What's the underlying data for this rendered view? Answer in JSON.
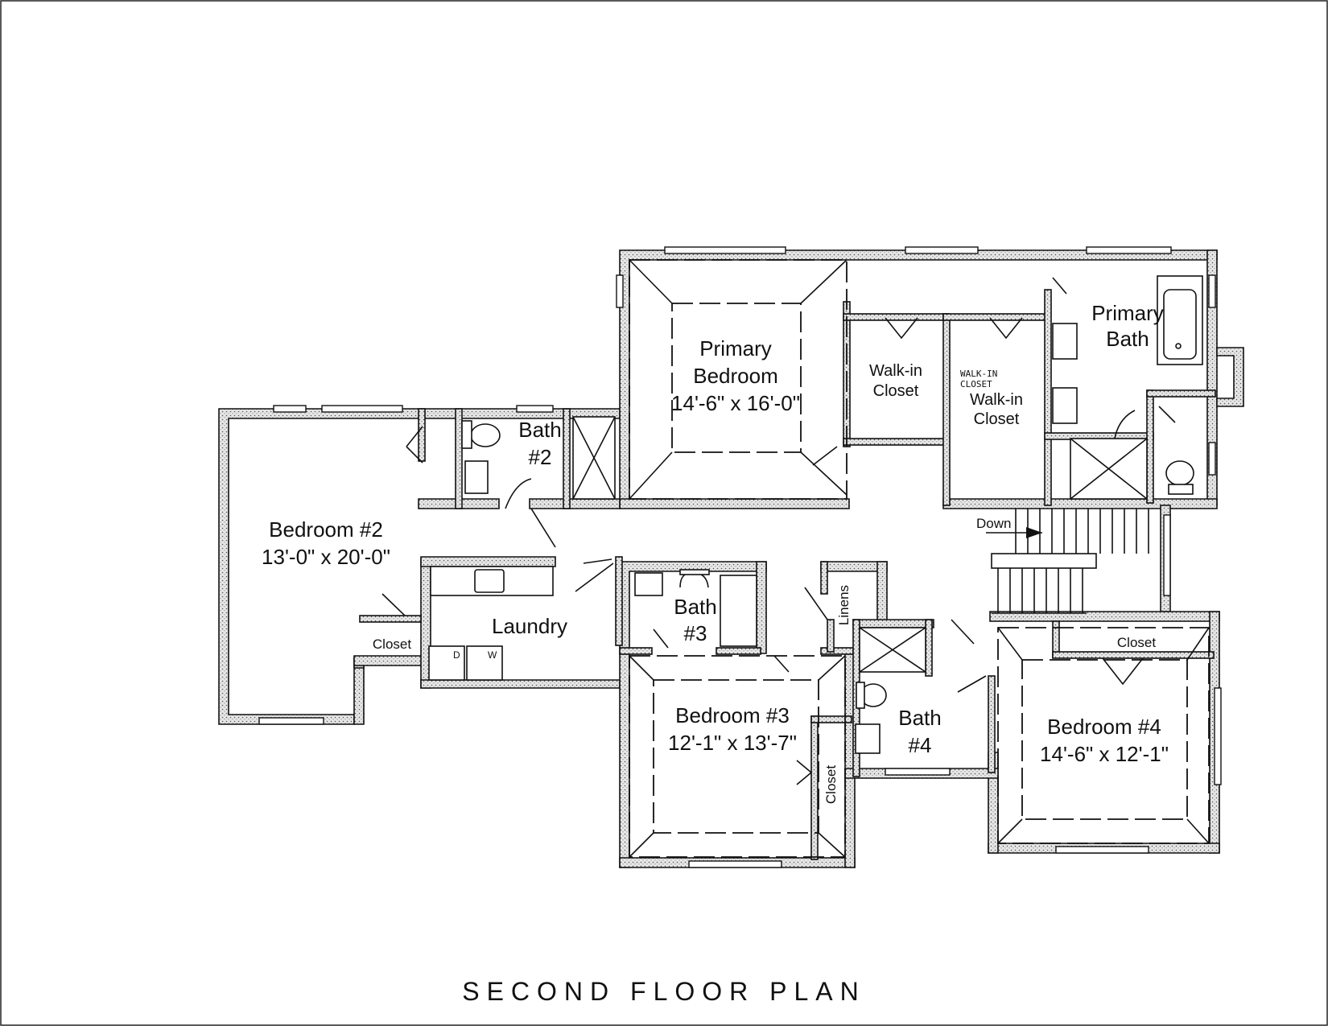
{
  "plan": {
    "title": "SECOND FLOOR PLAN",
    "rooms": {
      "primary_bedroom": {
        "name_line1": "Primary",
        "name_line2": "Bedroom",
        "size": "14'-6\" x 16'-0\""
      },
      "primary_bath": {
        "name_line1": "Primary",
        "name_line2": "Bath"
      },
      "walk_in_closet_1": {
        "name_line1": "Walk-in",
        "name_line2": "Closet"
      },
      "walk_in_closet_2": {
        "name_line1": "Walk-in",
        "name_line2": "Closet",
        "tag_line1": "WALK-IN",
        "tag_line2": "CLOSET"
      },
      "bath_2": {
        "name_line1": "Bath",
        "name_line2": "#2"
      },
      "bedroom_2": {
        "name": "Bedroom #2",
        "size": "13'-0\" x 20'-0\""
      },
      "closet_b2": {
        "name": "Closet"
      },
      "laundry": {
        "name": "Laundry",
        "dryer": "D",
        "washer": "W"
      },
      "bath_3": {
        "name_line1": "Bath",
        "name_line2": "#3"
      },
      "linens": {
        "name": "Linens"
      },
      "bedroom_3": {
        "name": "Bedroom #3",
        "size": "12'-1\" x 13'-7\""
      },
      "closet_b3": {
        "name": "Closet"
      },
      "bath_4": {
        "name_line1": "Bath",
        "name_line2": "#4"
      },
      "bedroom_4": {
        "name": "Bedroom #4",
        "size": "14'-6\" x 12'-1\""
      },
      "closet_b4": {
        "name": "Closet"
      }
    },
    "stairs": {
      "label": "Down"
    }
  }
}
